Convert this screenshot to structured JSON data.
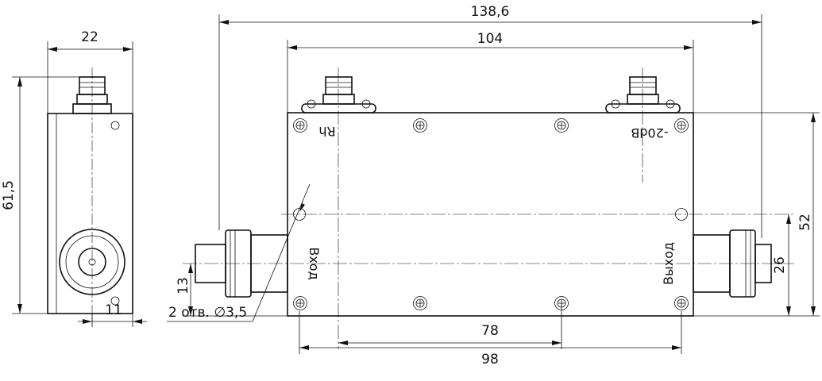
{
  "dimensions": {
    "side_width": "22",
    "side_height": "61,5",
    "side_offset": "11",
    "overall_length": "138,6",
    "body_length": "104",
    "body_height": "52",
    "connector_center": "26",
    "mount_spacing_short": "78",
    "mount_spacing_long": "98",
    "port_height": "13"
  },
  "labels": {
    "holes_note": "2 отв. ∅3,5",
    "port_in": "Вход",
    "port_out": "Выход",
    "port_rh": "Rh",
    "port_coupled": "-20dB"
  }
}
